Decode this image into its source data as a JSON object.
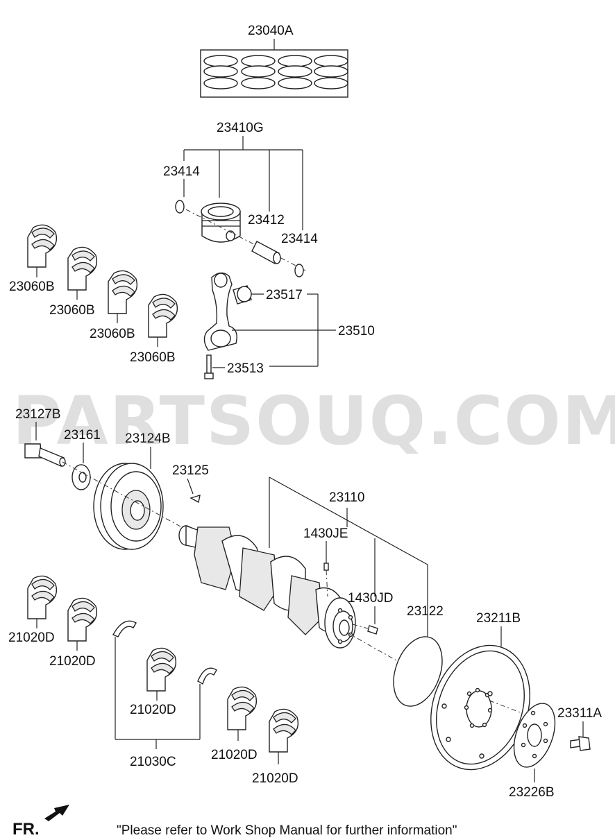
{
  "labels": {
    "piston_ring_set": "23040A",
    "piston_pin_assy": "23410G",
    "snap_ring_upper": "23414",
    "piston_pin": "23412",
    "snap_ring_lower": "23414",
    "con_rod_bushing": "23517",
    "connecting_rod": "23510",
    "con_rod_bolt": "23513",
    "rod_bearing_1": "23060B",
    "rod_bearing_2": "23060B",
    "rod_bearing_3": "23060B",
    "rod_bearing_4": "23060B",
    "pulley_bolt": "23127B",
    "washer": "23161",
    "damper_pulley": "23124B",
    "key": "23125",
    "crankshaft": "23110",
    "pin_upper": "1430JE",
    "pin_lower": "1430JD",
    "ring_gear": "23122",
    "drive_plate": "23211B",
    "plate_bolt": "23311A",
    "adapter_plate": "23226B",
    "main_bearing_1": "21020D",
    "main_bearing_2": "21020D",
    "main_bearing_3": "21020D",
    "main_bearing_4": "21020D",
    "main_bearing_5": "21020D",
    "thrust_washer": "21030C"
  },
  "watermark": "PARTSOUQ.COM",
  "footer": {
    "orientation": "FR.",
    "note": "\"Please refer to Work Shop Manual for further information\""
  },
  "icons": {
    "front_arrow": "front-direction-arrow-icon"
  }
}
